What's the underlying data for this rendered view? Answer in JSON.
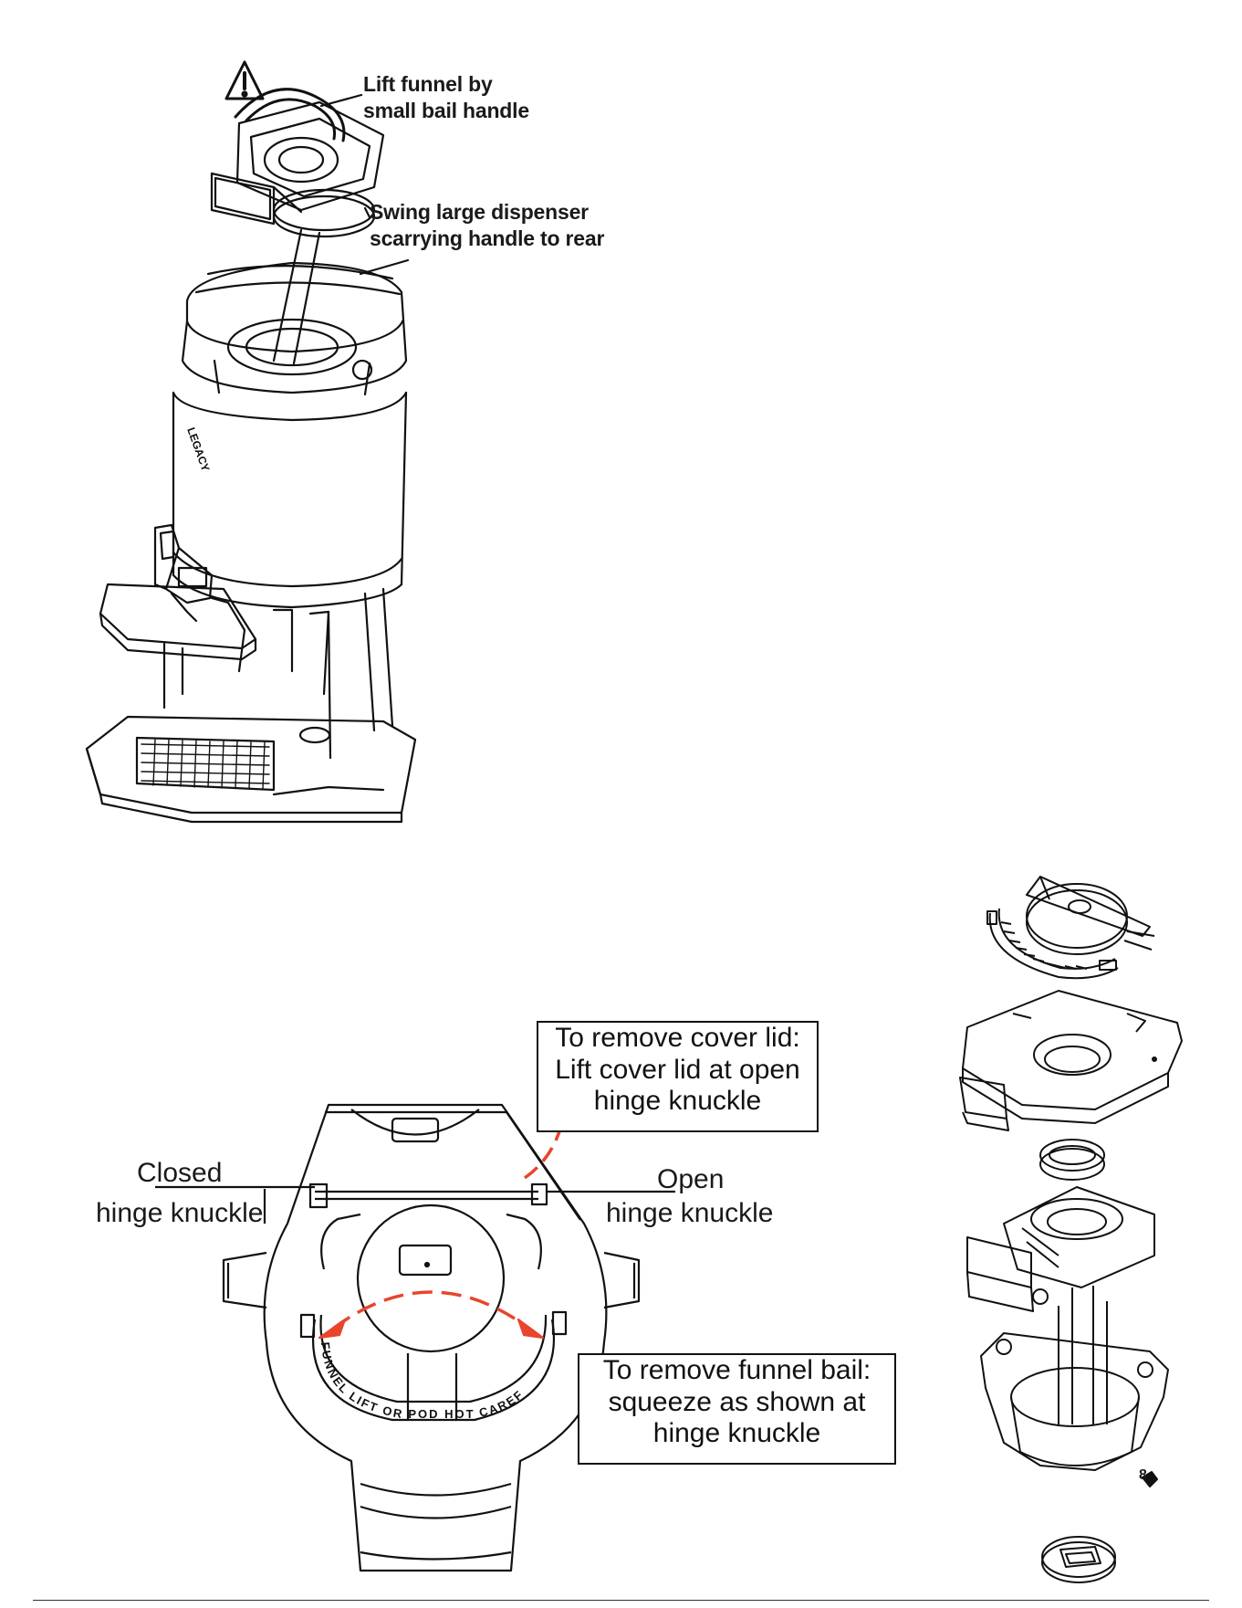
{
  "labels": {
    "lift_funnel": [
      "Lift funnel by",
      "small bail handle"
    ],
    "swing_handle": [
      "Swing large dispenser",
      "scarrying handle to rear"
    ],
    "closed_knuckle": [
      "Closed",
      "hinge knuckle"
    ],
    "open_knuckle": [
      "Open",
      "hinge knuckle"
    ]
  },
  "boxes": {
    "cover_lid": {
      "title": "To remove cover lid:",
      "body": [
        "Lift cover lid at open",
        "hinge knuckle"
      ]
    },
    "funnel_bail": {
      "title": "To remove funnel bail:",
      "body": [
        "squeeze as shown at",
        "hinge knuckle"
      ]
    }
  },
  "bail_lettering": "FUNNEL LIFT OR POD HOT CAREF",
  "brand_lettering": "LEGACY",
  "part_number": "8",
  "colors": {
    "arrow": "#e8452c",
    "line": "#111111"
  }
}
